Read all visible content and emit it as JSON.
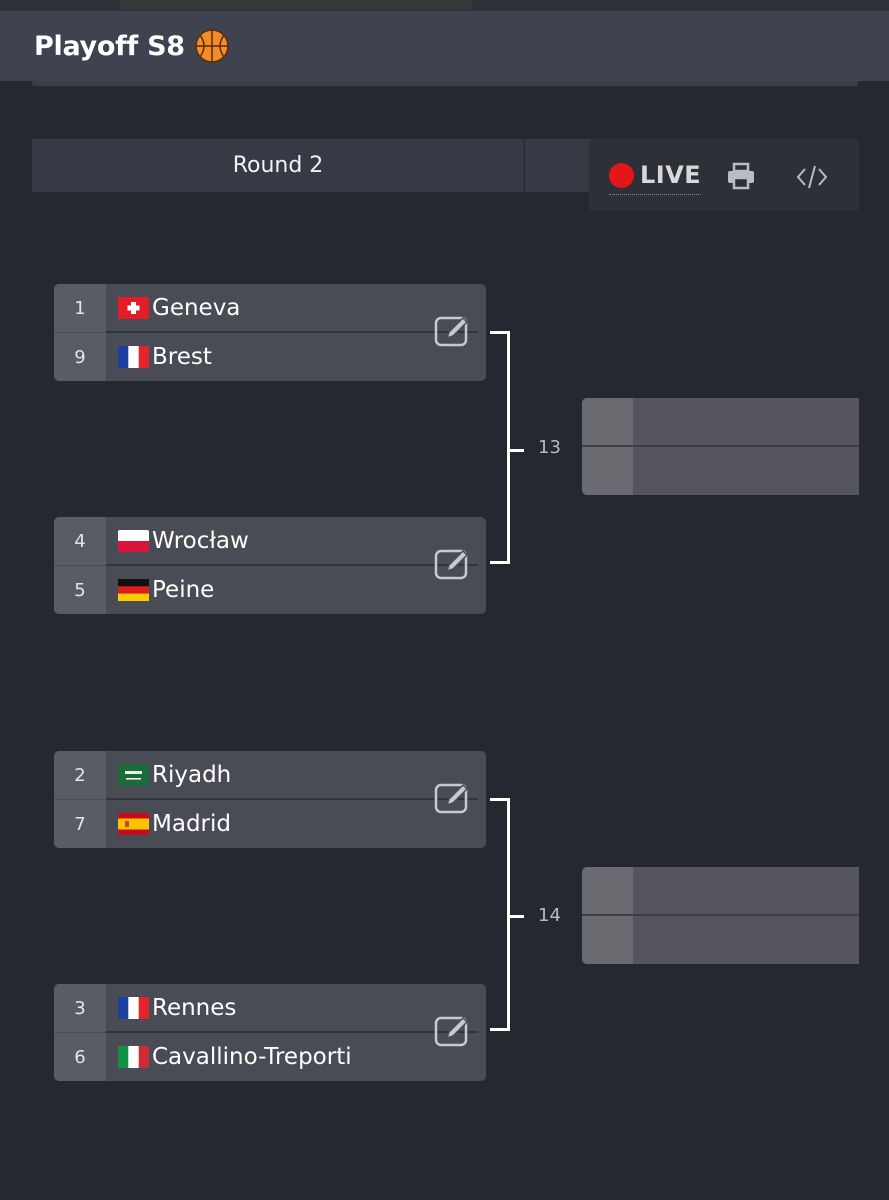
{
  "title": "Playoff S8",
  "title_icon": "basketball-icon",
  "round_header": "Round 2",
  "toolbar": {
    "live_label": "LIVE",
    "live_color": "#e3161a",
    "print_icon": "printer-icon",
    "embed_icon": "code-icon"
  },
  "matches": [
    {
      "seed1": "1",
      "team1": "Geneva",
      "flag1": "switzerland",
      "seed2": "9",
      "team2": "Brest",
      "flag2": "france"
    },
    {
      "seed1": "4",
      "team1": "Wrocław",
      "flag1": "poland",
      "seed2": "5",
      "team2": "Peine",
      "flag2": "germany"
    },
    {
      "seed1": "2",
      "team1": "Riyadh",
      "flag1": "saudi-arabia",
      "seed2": "7",
      "team2": "Madrid",
      "flag2": "spain"
    },
    {
      "seed1": "3",
      "team1": "Rennes",
      "flag1": "france",
      "seed2": "6",
      "team2": "Cavallino-Treporti",
      "flag2": "italy"
    }
  ],
  "next_matches": [
    {
      "number": "13"
    },
    {
      "number": "14"
    }
  ]
}
